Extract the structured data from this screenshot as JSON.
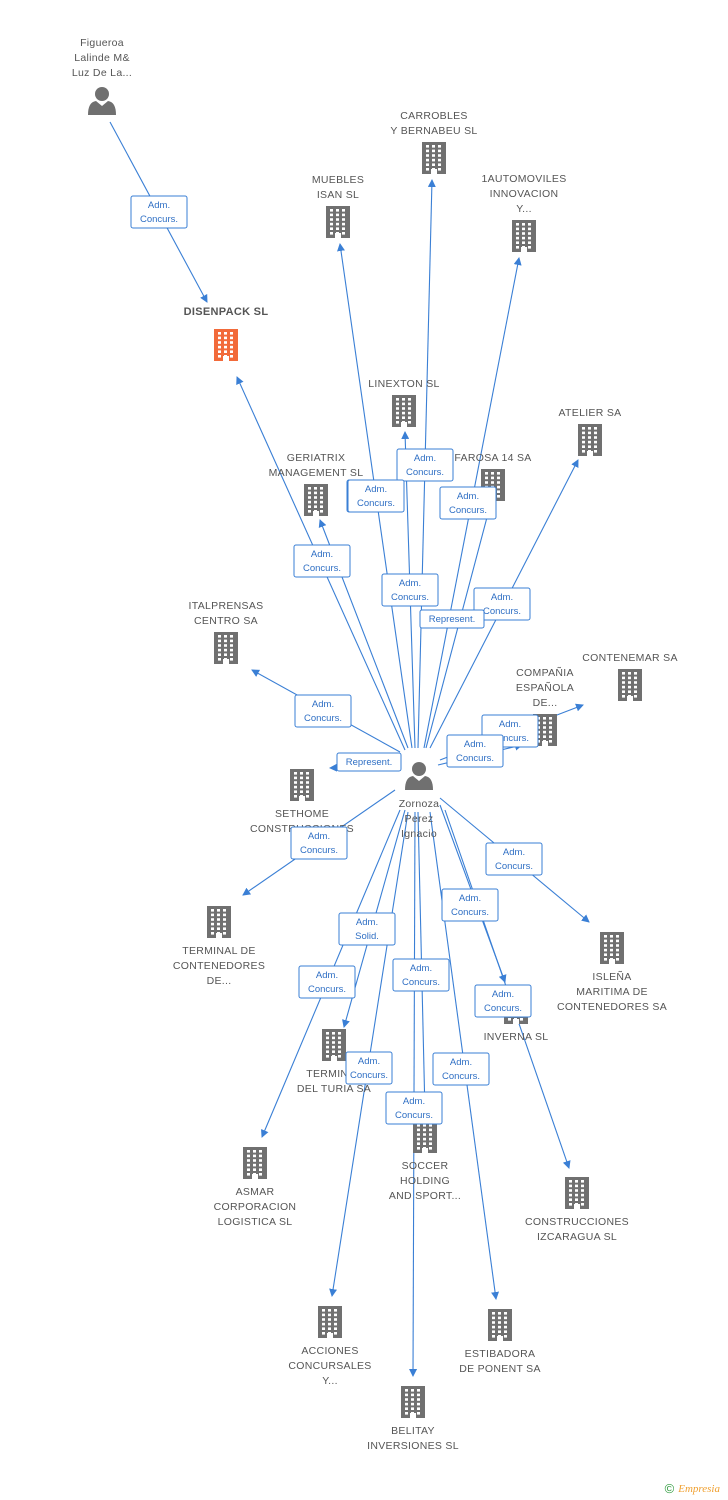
{
  "colors": {
    "edge": "#3a7fd5",
    "company": "#707070",
    "focus_company": "#f26a3a",
    "person": "#707070"
  },
  "nodes": [
    {
      "id": "figueroa",
      "type": "person",
      "lines": [
        "Figueroa",
        "Lalinde M&",
        "Luz De La..."
      ]
    },
    {
      "id": "disenpack",
      "type": "company",
      "focus": true,
      "lines": [
        "DISENPACK SL"
      ]
    },
    {
      "id": "carrobles",
      "type": "company",
      "lines": [
        "CARROBLES",
        "Y BERNABEU SL"
      ]
    },
    {
      "id": "muebles",
      "type": "company",
      "lines": [
        "MUEBLES",
        "ISAN SL"
      ]
    },
    {
      "id": "automoviles",
      "type": "company",
      "lines": [
        "1AUTOMOVILES",
        "INNOVACION",
        "Y..."
      ]
    },
    {
      "id": "linexton",
      "type": "company",
      "lines": [
        "LINEXTON SL"
      ]
    },
    {
      "id": "atelier",
      "type": "company",
      "lines": [
        "ATELIER SA"
      ]
    },
    {
      "id": "geriatrix",
      "type": "company",
      "lines": [
        "GERIATRIX",
        "MANAGEMENT SL"
      ]
    },
    {
      "id": "farosa",
      "type": "company",
      "lines": [
        "FAROSA 14 SA"
      ]
    },
    {
      "id": "italprensas",
      "type": "company",
      "lines": [
        "ITALPRENSAS",
        "CENTRO SA"
      ]
    },
    {
      "id": "contenemar",
      "type": "company",
      "lines": [
        "CONTENEMAR SA"
      ]
    },
    {
      "id": "compania",
      "type": "company",
      "lines": [
        "COMPAÑIA",
        "ESPAÑOLA",
        "DE..."
      ]
    },
    {
      "id": "zornoza",
      "type": "person",
      "lines": [
        "Zornoza",
        "Perez",
        "Ignacio"
      ]
    },
    {
      "id": "sethome",
      "type": "company",
      "lines": [
        "SETHOME",
        "CONSTRUCCIONES"
      ]
    },
    {
      "id": "terminal_cont",
      "type": "company",
      "lines": [
        "TERMINAL DE",
        "CONTENEDORES",
        "DE..."
      ]
    },
    {
      "id": "islena",
      "type": "company",
      "lines": [
        "ISLEÑA",
        "MARITIMA DE",
        "CONTENEDORES SA"
      ]
    },
    {
      "id": "inverna",
      "type": "company",
      "lines": [
        "INVERNA SL"
      ]
    },
    {
      "id": "terminal_turia",
      "type": "company",
      "lines": [
        "TERMINAL",
        "DEL TURIA SA"
      ]
    },
    {
      "id": "asmar",
      "type": "company",
      "lines": [
        "ASMAR",
        "CORPORACION",
        "LOGISTICA SL"
      ]
    },
    {
      "id": "soccer",
      "type": "company",
      "lines": [
        "SOCCER",
        "HOLDING",
        "AND SPORT..."
      ]
    },
    {
      "id": "construcciones",
      "type": "company",
      "lines": [
        "CONSTRUCCIONES",
        "IZCARAGUA SL"
      ]
    },
    {
      "id": "acciones",
      "type": "company",
      "lines": [
        "ACCIONES",
        "CONCURSALES",
        "Y..."
      ]
    },
    {
      "id": "estibadora",
      "type": "company",
      "lines": [
        "ESTIBADORA",
        "DE PONENT SA"
      ]
    },
    {
      "id": "belitay",
      "type": "company",
      "lines": [
        "BELITAY",
        "INVERSIONES SL"
      ]
    }
  ],
  "edges": [
    {
      "from": "figueroa",
      "to": "disenpack",
      "label": [
        "Adm.",
        "Concurs."
      ]
    },
    {
      "from": "zornoza",
      "to": "disenpack",
      "label": [
        "Adm.",
        "Concurs."
      ]
    },
    {
      "from": "zornoza",
      "to": "carrobles",
      "label": [
        "Adm.",
        "Concurs."
      ]
    },
    {
      "from": "zornoza",
      "to": "muebles",
      "label": [
        "Adm.",
        "Concurs."
      ]
    },
    {
      "from": "zornoza",
      "to": "automoviles",
      "label": [
        "Adm.",
        "Concurs."
      ]
    },
    {
      "from": "zornoza",
      "to": "linexton",
      "label": [
        "Adm.",
        "Concurs."
      ]
    },
    {
      "from": "zornoza",
      "to": "atelier",
      "label": [
        "Adm.",
        "Concurs."
      ]
    },
    {
      "from": "zornoza",
      "to": "geriatrix",
      "label": [
        "Adm.",
        "Concurs."
      ]
    },
    {
      "from": "zornoza",
      "to": "farosa",
      "label": [
        "Represent."
      ]
    },
    {
      "from": "zornoza",
      "to": "italprensas",
      "label": [
        "Adm.",
        "Concurs."
      ]
    },
    {
      "from": "zornoza",
      "to": "contenemar",
      "label": [
        "Adm.",
        "Concurs."
      ]
    },
    {
      "from": "zornoza",
      "to": "compania",
      "label": [
        "Adm.",
        "Concurs."
      ]
    },
    {
      "from": "zornoza",
      "to": "sethome",
      "label": [
        "Represent."
      ]
    },
    {
      "from": "zornoza",
      "to": "terminal_cont",
      "label": [
        "Adm.",
        "Concurs."
      ]
    },
    {
      "from": "zornoza",
      "to": "islena",
      "label": [
        "Adm.",
        "Concurs."
      ]
    },
    {
      "from": "zornoza",
      "to": "inverna",
      "label": [
        "Adm.",
        "Concurs."
      ]
    },
    {
      "from": "zornoza",
      "to": "terminal_turia",
      "label": [
        "Adm.",
        "Solid."
      ]
    },
    {
      "from": "zornoza",
      "to": "asmar",
      "label": [
        "Adm.",
        "Concurs."
      ]
    },
    {
      "from": "zornoza",
      "to": "soccer",
      "label": [
        "Adm.",
        "Concurs."
      ]
    },
    {
      "from": "zornoza",
      "to": "construcciones",
      "label": [
        "Adm.",
        "Concurs."
      ]
    },
    {
      "from": "zornoza",
      "to": "acciones",
      "label": [
        "Adm.",
        "Concurs."
      ]
    },
    {
      "from": "zornoza",
      "to": "estibadora",
      "label": [
        "Adm.",
        "Concurs."
      ]
    },
    {
      "from": "zornoza",
      "to": "belitay",
      "label": [
        "Adm.",
        "Concurs."
      ]
    }
  ],
  "footer": {
    "copyright": "©",
    "brand": "Empresia"
  }
}
